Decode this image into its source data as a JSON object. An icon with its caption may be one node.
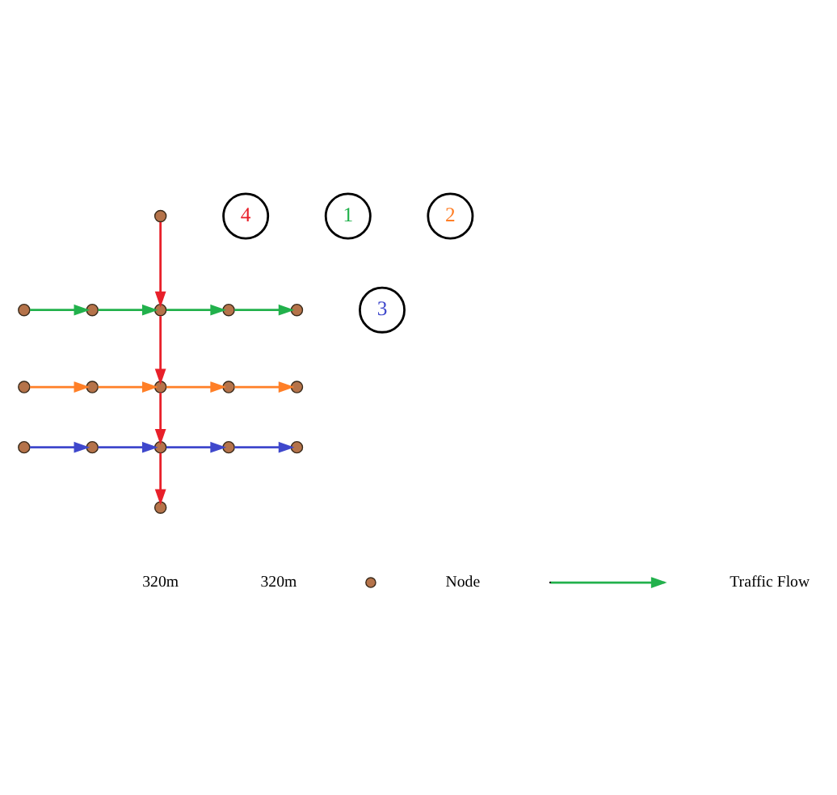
{
  "diagram": {
    "nodes": [
      {
        "text": [],
        "shape": "circle"
      },
      {
        "text": [],
        "shape": "circle"
      },
      {
        "text": [],
        "shape": "circle"
      },
      {
        "text": [],
        "shape": "circle"
      },
      {
        "text": [],
        "shape": "circle"
      },
      {
        "text": [],
        "shape": "circle"
      },
      {
        "text": [],
        "shape": "circle"
      },
      {
        "text": [],
        "shape": "circle"
      },
      {
        "text": [],
        "shape": "circle"
      },
      {
        "text": [],
        "shape": "circle"
      },
      {
        "text": [],
        "shape": "circle"
      },
      {
        "text": [],
        "shape": "circle"
      },
      {
        "text": [],
        "shape": "circle"
      },
      {
        "text": [],
        "shape": "circle"
      },
      {
        "text": [],
        "shape": "circle"
      },
      {
        "text": [],
        "shape": "circle"
      },
      {
        "text": [],
        "shape": "circle"
      },
      {
        "text": [
          "4"
        ]
      },
      {
        "text": [
          "1"
        ]
      },
      {
        "text": [
          "2"
        ]
      },
      {
        "text": [
          "3"
        ]
      }
    ],
    "edges": [
      {
        "from": 0,
        "to": 3,
        "arrow": "to",
        "color": "#e8202a"
      },
      {
        "from": 1,
        "to": 2,
        "arrow": "to",
        "color": "#22b14c"
      },
      {
        "from": 2,
        "to": 3,
        "arrow": "to",
        "color": "#22b14c"
      },
      {
        "from": 3,
        "to": 4,
        "arrow": "to",
        "color": "#22b14c"
      },
      {
        "from": 4,
        "to": 5,
        "arrow": "to",
        "color": "#22b14c"
      },
      {
        "from": 3,
        "to": 8,
        "arrow": "to",
        "color": "#e8202a"
      },
      {
        "from": 10,
        "to": 9,
        "arrow": "to",
        "color": "#ff7f27"
      },
      {
        "from": 9,
        "to": 8,
        "arrow": "to",
        "color": "#ff7f27"
      },
      {
        "from": 8,
        "to": 7,
        "arrow": "to",
        "color": "#ff7f27"
      },
      {
        "from": 7,
        "to": 6,
        "arrow": "to",
        "color": "#ff7f27"
      },
      {
        "from": 8,
        "to": 13,
        "arrow": "to",
        "color": "#e8202a"
      },
      {
        "from": 11,
        "to": 12,
        "arrow": "to",
        "color": "#3f48cc"
      },
      {
        "from": 12,
        "to": 13,
        "arrow": "to",
        "color": "#3f48cc"
      },
      {
        "from": 13,
        "to": 14,
        "arrow": "to",
        "color": "#3f48cc"
      },
      {
        "from": 14,
        "to": 15,
        "arrow": "to",
        "color": "#3f48cc"
      },
      {
        "from": 13,
        "to": 16,
        "arrow": "to",
        "color": "#e8202a"
      }
    ],
    "labels": [
      "320m",
      "320m"
    ],
    "legend": [
      {
        "text": "Node"
      },
      {
        "text": "Traffic Flow"
      }
    ]
  }
}
